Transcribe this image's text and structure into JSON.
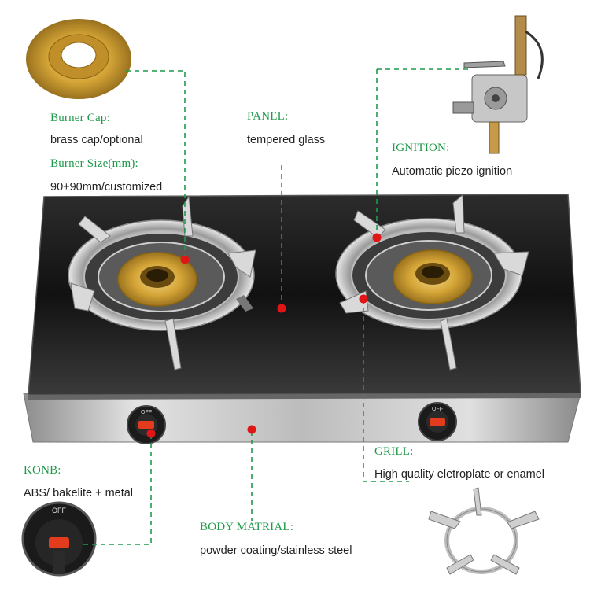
{
  "callouts": {
    "burner_cap": {
      "title": "Burner Cap:",
      "value": "brass cap/optional"
    },
    "burner_size": {
      "title": "Burner Size(mm):",
      "value": "90+90mm/customized"
    },
    "panel": {
      "title": "PANEL:",
      "value": "tempered glass"
    },
    "ignition": {
      "title": "IGNITION:",
      "value": "Automatic piezo ignition"
    },
    "grill": {
      "title": "GRILL:",
      "value": "High quality eletroplate or enamel"
    },
    "knob": {
      "title": "KONB:",
      "value": "ABS/ bakelite + metal"
    },
    "body": {
      "title": "BODY MATRIAL:",
      "value": "powder coating/stainless steel"
    }
  },
  "knob_marks": {
    "off": "OFF"
  },
  "colors": {
    "accent": "#1f9a4a",
    "marker": "#e01515",
    "glass": "#141414",
    "steel": "#bdbdbd",
    "brass": "#d4a436"
  }
}
